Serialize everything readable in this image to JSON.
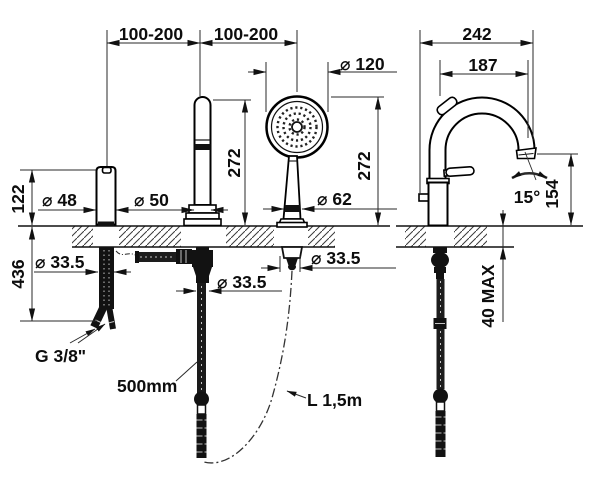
{
  "drawing": {
    "type": "faucet installation technical drawing",
    "figures": [
      "3-hole deck mount mixer with hand shower",
      "single-hole swivel spout"
    ]
  },
  "colors": {
    "line": "#000000",
    "dimension": "#2a2a2a",
    "background": "#ffffff"
  },
  "labels": {
    "left_spacing": "100-200",
    "right_spacing": "100-200",
    "head_diameter": "⌀ 120",
    "spout_reach_overall": "242",
    "spout_reach": "187",
    "column_height": "272",
    "handshower_height": "272",
    "valve_height": "122",
    "valve_diameter": "⌀ 48",
    "column_diameter": "⌀ 50",
    "handle_diameter": "⌀ 62",
    "below_deck_depth": "436",
    "valve_hole": "⌀ 33.5",
    "column_hole": "⌀ 33.5",
    "handshower_hole": "⌀ 33.5",
    "outlet_height": "154",
    "swivel_angle": "15°",
    "max_deck_thickness": "40 MAX",
    "thread": "G 3/8\"",
    "outlet_hose_length": "500mm",
    "shower_hose_length": "L 1,5m"
  }
}
